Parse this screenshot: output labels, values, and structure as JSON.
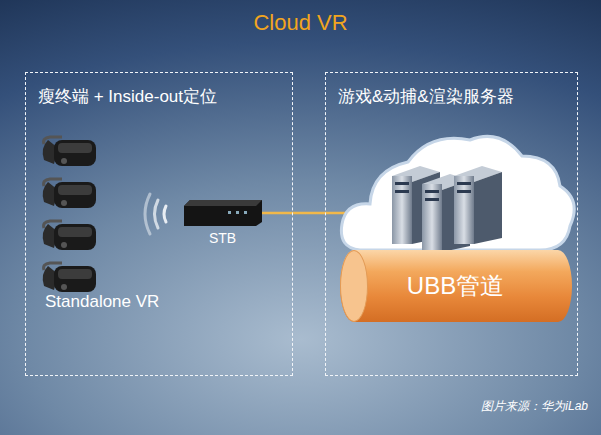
{
  "diagram": {
    "title": "Cloud VR",
    "caption": "图片来源：华为iLab",
    "nodes": [
      {
        "text": [
          "瘦终端 + Inside-out定位"
        ]
      },
      {
        "text": [
          "游戏&动捕&渲染服务器"
        ]
      },
      {
        "text": [
          "STB"
        ],
        "in": 0
      },
      {
        "text": [
          "UBB管道"
        ],
        "in": 1
      }
    ],
    "labels": [
      "Standalone VR"
    ]
  }
}
